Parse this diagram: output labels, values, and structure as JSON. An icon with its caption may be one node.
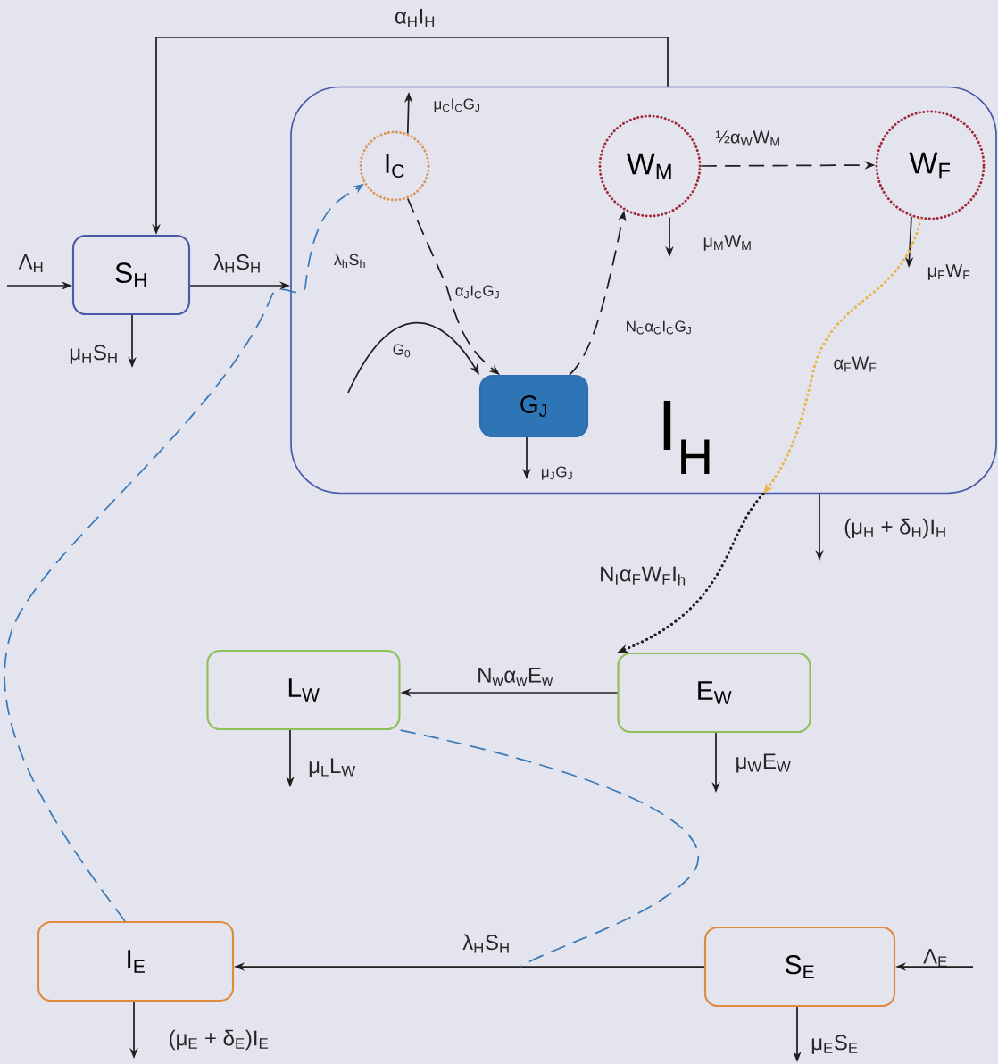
{
  "diagram": {
    "nodes": [
      {
        "text": [
          "S$_{H}$"
        ]
      },
      {
        "text": [
          "I$_{H}$"
        ]
      },
      {
        "text": [
          "I$_{C}$"
        ],
        "in": 1
      },
      {
        "text": [
          "W$_{M}$"
        ],
        "in": 1
      },
      {
        "text": [
          "W$_{F}$"
        ],
        "in": 1
      },
      {
        "text": [
          "G$_{J}$"
        ],
        "in": 1
      },
      {
        "text": [
          "L$_{W}$"
        ]
      },
      {
        "text": [
          "E$_{W}$"
        ]
      },
      {
        "text": [
          "I$_{E}$"
        ]
      },
      {
        "text": [
          "S$_{E}$"
        ]
      }
    ],
    "edges": [
      {
        "from": null,
        "to": 0,
        "arrow": "to",
        "label": "Λ$_{H}$"
      },
      {
        "from": 0,
        "to": 1,
        "arrow": "to",
        "label": "λ$_{H}$S$_{H}$"
      },
      {
        "from": 0,
        "to": null,
        "arrow": "to",
        "label": "μ$_{H}$S$_{H}$"
      },
      {
        "from": 1,
        "to": 0,
        "arrow": "to",
        "label": "α$_{H}$I$_{H}$"
      },
      {
        "from": 1,
        "to": null,
        "arrow": "to",
        "label": "(μ$_{H}$ + δ$_{H}$)I$_{H}$"
      },
      {
        "from": 2,
        "to": null,
        "arrow": "to",
        "label": "μ$_{C}$I$_{C}$G$_{J}$"
      },
      {
        "from": 2,
        "to": 5,
        "arrow": "to",
        "style": "dashed",
        "label": "α$_{J}$I$_{C}$G$_{J}$"
      },
      {
        "from": null,
        "to": 5,
        "arrow": "to",
        "label": "G$_{0}$"
      },
      {
        "from": 5,
        "to": 3,
        "arrow": "to",
        "style": "dashed",
        "label": "N$_{C}$α$_{C}$I$_{C}$G$_{J}$"
      },
      {
        "from": 5,
        "to": null,
        "arrow": "to",
        "label": "μ$_{J}$G$_{J}$"
      },
      {
        "from": 3,
        "to": 4,
        "arrow": "to",
        "style": "dashed",
        "label": "½α$_{W}$W$_{M}$"
      },
      {
        "from": 3,
        "to": null,
        "arrow": "to",
        "label": "μ$_{M}$W$_{M}$"
      },
      {
        "from": 4,
        "to": null,
        "arrow": "to",
        "label": "μ$_{F}$W$_{F}$"
      },
      {
        "from": 4,
        "to": 1,
        "arrow": "to",
        "style": "dashed",
        "color": "#e8b64c",
        "label": "α$_{F}$W$_{F}$"
      },
      {
        "from": 1,
        "to": 7,
        "arrow": "to",
        "style": "dashed",
        "label": "N$_{I}$α$_{F}$W$_{F}$I$_{h}$"
      },
      {
        "from": 7,
        "to": 6,
        "arrow": "to",
        "label": "N$_{w}$α$_{w}$E$_{w}$"
      },
      {
        "from": 6,
        "to": null,
        "arrow": "to",
        "label": "μ$_{L}$L$_{W}$"
      },
      {
        "from": 7,
        "to": null,
        "arrow": "to",
        "label": "μ$_{W}$E$_{W}$"
      },
      {
        "from": 9,
        "to": 8,
        "arrow": "to",
        "label": "λ$_{H}$S$_{H}$"
      },
      {
        "from": null,
        "to": 9,
        "arrow": "to",
        "label": "Λ$_{E}$"
      },
      {
        "from": 8,
        "to": null,
        "arrow": "to",
        "label": "(μ$_{E}$ + δ$_{E}$)I$_{E}$"
      },
      {
        "from": 9,
        "to": null,
        "arrow": "to",
        "label": "μ$_{E}$S$_{E}$"
      },
      {
        "from": 8,
        "to": 2,
        "arrow": "to",
        "style": "dashed",
        "color": "#3a7ab8",
        "label": "λ$_{h}$S$_{h}$"
      },
      {
        "from": 6,
        "to": null,
        "arrow": "none",
        "style": "dashed",
        "color": "#3a7ab8"
      }
    ]
  }
}
